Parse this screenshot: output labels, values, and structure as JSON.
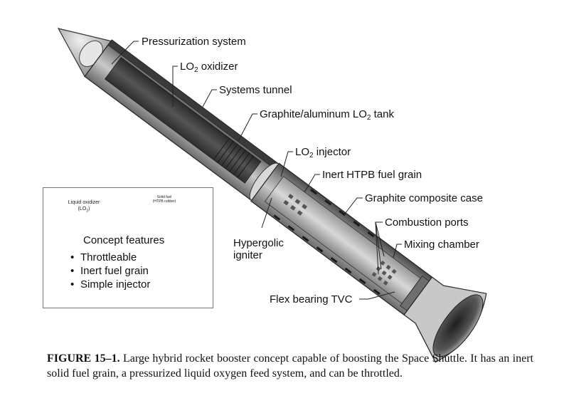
{
  "figure": {
    "labels": {
      "pressurization": "Pressurization system",
      "lo2_oxidizer_pre": "LO",
      "lo2_oxidizer_sub": "2",
      "lo2_oxidizer_post": " oxidizer",
      "systems_tunnel": "Systems tunnel",
      "tank_pre": "Graphite/aluminum LO",
      "tank_sub": "2",
      "tank_post": " tank",
      "injector_pre": "LO",
      "injector_sub": "2",
      "injector_post": " injector",
      "fuel_grain": "Inert HTPB fuel grain",
      "composite_case": "Graphite composite case",
      "combustion_ports": "Combustion ports",
      "mixing_chamber": "Mixing chamber",
      "hypergolic_1": "Hypergolic",
      "hypergolic_2": "igniter",
      "flex_bearing": "Flex bearing TVC"
    },
    "inset": {
      "oxidizer_line1": "Liquid oxidizer",
      "oxidizer_line2_pre": "(LO",
      "oxidizer_line2_sub": "2",
      "oxidizer_line2_post": ")",
      "solid_fuel_line1": "Solid fuel",
      "solid_fuel_line2": "(HTPB rubber)",
      "title": "Concept features",
      "features": [
        "Throttleable",
        "Inert fuel grain",
        "Simple injector"
      ]
    }
  },
  "caption": {
    "label": "FIGURE 15–1.",
    "text": " Large hybrid rocket booster concept capable of boosting the Space Shuttle. It has an inert solid fuel grain, a pressurized liquid oxygen feed system, and can be throttled."
  }
}
